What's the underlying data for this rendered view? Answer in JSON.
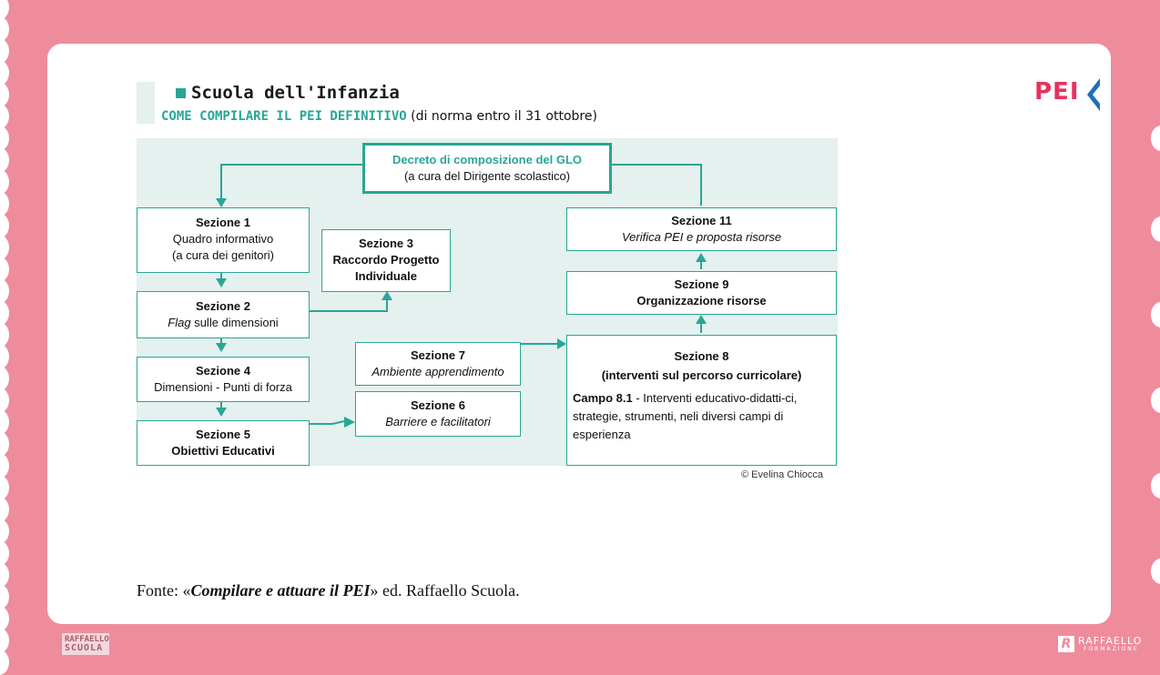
{
  "header": {
    "title": "Scuola dell'Infanzia",
    "subtitle_main": "COME COMPILARE IL PEI DEFINITIVO",
    "subtitle_note": "(di norma entro il 31 ottobre)",
    "logo": "PEI"
  },
  "diagram": {
    "top": {
      "title": "Decreto di composizione del GLO",
      "sub": "(a cura del Dirigente scolastico)"
    },
    "s1": {
      "title": "Sezione 1",
      "line1": "Quadro informativo",
      "line2": "(a cura dei genitori)"
    },
    "s2": {
      "title": "Sezione 2",
      "italic": "Flag",
      "rest": " sulle dimensioni"
    },
    "s3": {
      "title": "Sezione 3",
      "line1": "Raccordo Progetto",
      "line2": "Individuale"
    },
    "s4": {
      "title": "Sezione 4",
      "line1": "Dimensioni - Punti di forza"
    },
    "s5": {
      "title": "Sezione 5",
      "line1": "Obiettivi Educativi"
    },
    "s7": {
      "title": "Sezione 7",
      "line1": "Ambiente apprendimento"
    },
    "s6": {
      "title": "Sezione 6",
      "line1": "Barriere e facilitatori"
    },
    "s8": {
      "title": "Sezione 8",
      "line1": "(interventi sul percorso curricolare)",
      "campo_label": "Campo 8.1",
      "campo_text": " - Interventi educativo-didatti-ci, strategie, strumenti, neli diversi campi di esperienza"
    },
    "s9": {
      "title": "Sezione 9",
      "line1": "Organizzazione risorse"
    },
    "s11": {
      "title": "Sezione 11",
      "line1": "Verifica PEI e proposta risorse"
    },
    "credit": "© Evelina Chiocca"
  },
  "source": {
    "prefix": "Fonte: «",
    "title": "Compilare e attuare il PEI",
    "suffix": "» ed. Raffaello Scuola."
  },
  "footer": {
    "left_logo_line1": "RAFFAELLO",
    "left_logo_line2": "SCUOLA",
    "right_logo": "RAFFAELLO",
    "right_logo_sub": "FORMAZIONE"
  },
  "colors": {
    "background": "#ef8c9c",
    "accent": "#2aa597",
    "diagram_bg": "#e4f1ee",
    "logo_red": "#e6325c",
    "logo_blue": "#1f6fb5"
  }
}
